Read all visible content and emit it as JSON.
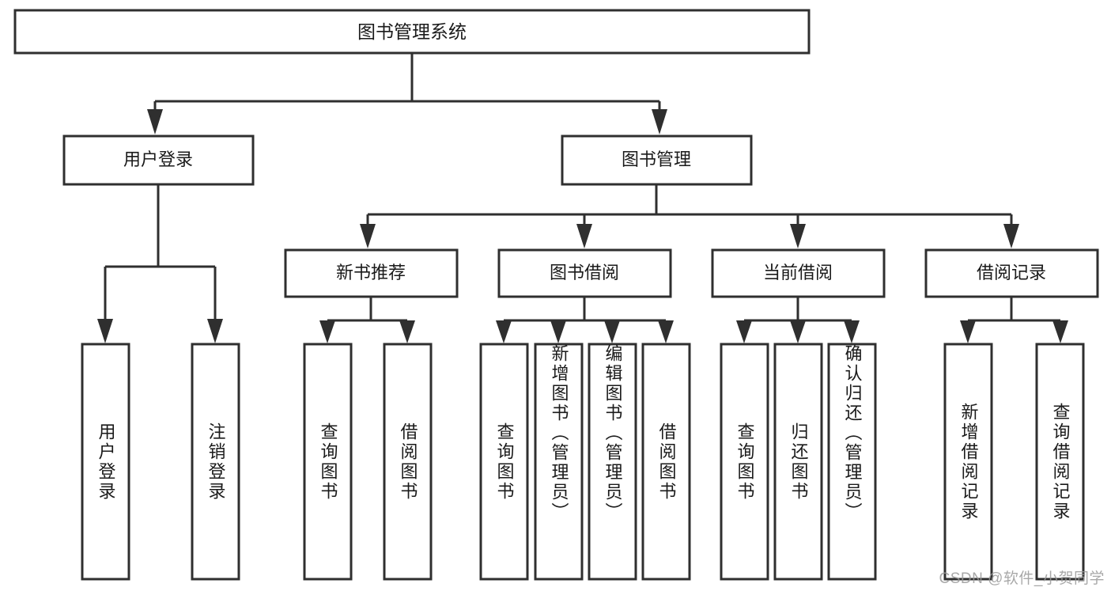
{
  "diagram": {
    "type": "tree-hierarchy-flowchart",
    "title": "图书管理系统",
    "root": {
      "label": "图书管理系统",
      "children": [
        {
          "label": "用户登录",
          "children": [
            {
              "label": "用户登录"
            },
            {
              "label": "注销登录"
            }
          ]
        },
        {
          "label": "图书管理",
          "children": [
            {
              "label": "新书推荐",
              "children": [
                {
                  "label": "查询图书"
                },
                {
                  "label": "借阅图书"
                }
              ]
            },
            {
              "label": "图书借阅",
              "children": [
                {
                  "label": "查询图书"
                },
                {
                  "label": "新增图书（管理员）"
                },
                {
                  "label": "编辑图书（管理员）"
                },
                {
                  "label": "借阅图书"
                }
              ]
            },
            {
              "label": "当前借阅",
              "children": [
                {
                  "label": "查询图书"
                },
                {
                  "label": "归还图书"
                },
                {
                  "label": "确认归还（管理员）"
                }
              ]
            },
            {
              "label": "借阅记录",
              "children": [
                {
                  "label": "新增借阅记录"
                },
                {
                  "label": "查询借阅记录"
                }
              ]
            }
          ]
        }
      ]
    }
  },
  "nodes": {
    "root_title": "图书管理系统",
    "level2": {
      "user_login": "用户登录",
      "book_manage": "图书管理"
    },
    "level3": {
      "new_book_recommend": "新书推荐",
      "book_borrow": "图书借阅",
      "current_borrow": "当前借阅",
      "borrow_record": "借阅记录"
    },
    "leaves": {
      "user_login_1": "用户登录",
      "user_login_2": "注销登录",
      "recommend_1": "查询图书",
      "recommend_2": "借阅图书",
      "borrow_1": "查询图书",
      "borrow_2": "新增图书（管理员）",
      "borrow_3": "编辑图书（管理员）",
      "borrow_4": "借阅图书",
      "current_1": "查询图书",
      "current_2": "归还图书",
      "current_3": "确认归还（管理员）",
      "record_1": "新增借阅记录",
      "record_2": "查询借阅记录"
    }
  },
  "watermark": {
    "text": "CSDN @软件_小贺同学"
  },
  "colors": {
    "background": "#ffffff",
    "box_fill": "#ffffff",
    "box_stroke": "#2f2f2f",
    "text": "#1a1a1a",
    "watermark": "#9a9a9a"
  }
}
